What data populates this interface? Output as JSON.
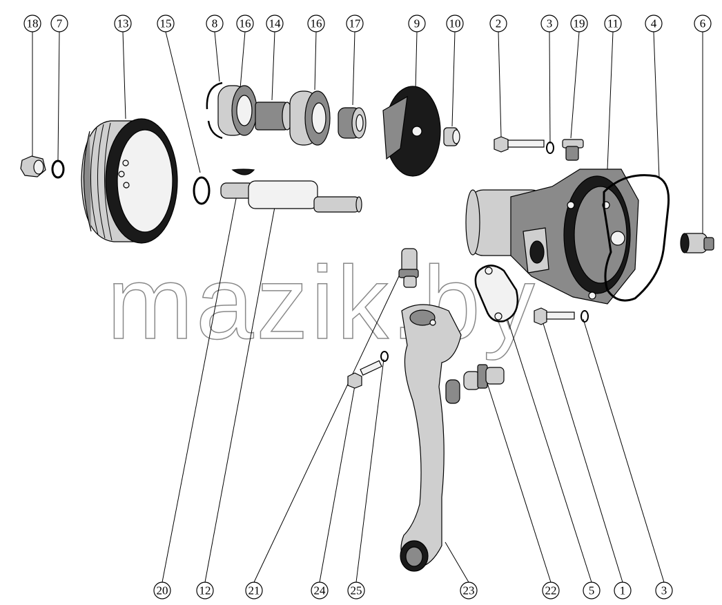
{
  "watermark": "mazik.by",
  "colors": {
    "line": "#000000",
    "background": "#ffffff",
    "watermark": "#888888"
  },
  "callouts_top": [
    {
      "id": "c18",
      "label": "18"
    },
    {
      "id": "c7",
      "label": "7"
    },
    {
      "id": "c13",
      "label": "13"
    },
    {
      "id": "c15",
      "label": "15"
    },
    {
      "id": "c8",
      "label": "8"
    },
    {
      "id": "c16a",
      "label": "16"
    },
    {
      "id": "c14",
      "label": "14"
    },
    {
      "id": "c16b",
      "label": "16"
    },
    {
      "id": "c17",
      "label": "17"
    },
    {
      "id": "c9",
      "label": "9"
    },
    {
      "id": "c10",
      "label": "10"
    },
    {
      "id": "c2",
      "label": "2"
    },
    {
      "id": "c3a",
      "label": "3"
    },
    {
      "id": "c19",
      "label": "19"
    },
    {
      "id": "c11",
      "label": "11"
    },
    {
      "id": "c4",
      "label": "4"
    },
    {
      "id": "c6",
      "label": "6"
    }
  ],
  "callouts_bottom": [
    {
      "id": "c20",
      "label": "20"
    },
    {
      "id": "c12",
      "label": "12"
    },
    {
      "id": "c21",
      "label": "21"
    },
    {
      "id": "c24",
      "label": "24"
    },
    {
      "id": "c25",
      "label": "25"
    },
    {
      "id": "c23",
      "label": "23"
    },
    {
      "id": "c22",
      "label": "22"
    },
    {
      "id": "c5",
      "label": "5"
    },
    {
      "id": "c1",
      "label": "1"
    },
    {
      "id": "c3b",
      "label": "3"
    }
  ]
}
